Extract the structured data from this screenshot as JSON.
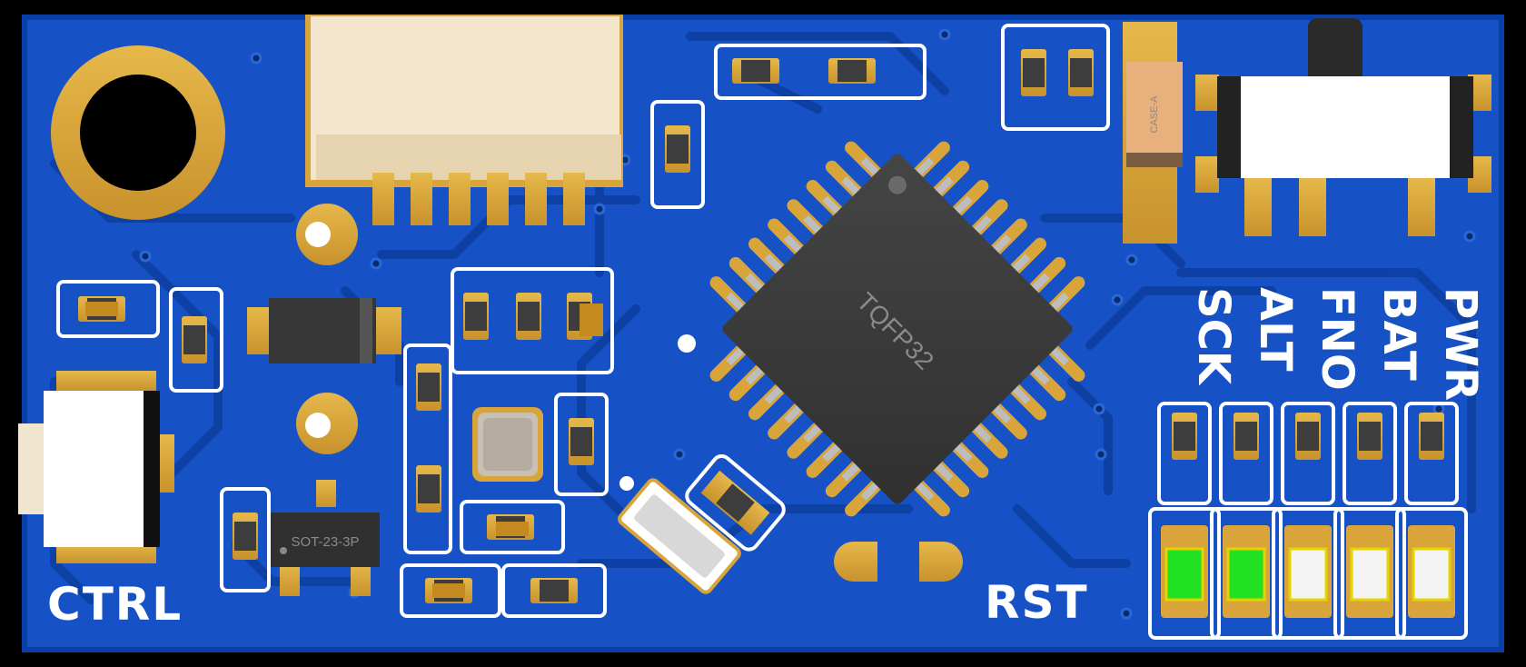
{
  "board": {
    "colors": {
      "background": "#000000",
      "pcb": "#0b3fa8",
      "copper_pour": "#1552c8",
      "trace": "#0d47b8",
      "gold": "#d9a53a",
      "silkscreen": "#ffffff",
      "ic_body": "#3a3a3a",
      "led_green": "#22e022",
      "led_white": "#f4f4f4"
    },
    "labels": {
      "ctrl": "CTRL",
      "rst": "RST",
      "sck": "SCK",
      "alt": "ALT",
      "fno": "FNO",
      "bat": "BAT",
      "pwr": "PWR"
    },
    "chips": {
      "mcu": "TQFP32",
      "transistor": "SOT-23-3P",
      "tantalum": "CASE-A"
    },
    "leds": [
      {
        "color": "green"
      },
      {
        "color": "green"
      },
      {
        "color": "white"
      },
      {
        "color": "white"
      },
      {
        "color": "white"
      }
    ],
    "icons": {
      "mounting_hole": "mounting-hole-icon",
      "connector": "fpc-connector-icon",
      "switch": "slide-switch-icon",
      "button": "tactile-button-icon"
    }
  }
}
